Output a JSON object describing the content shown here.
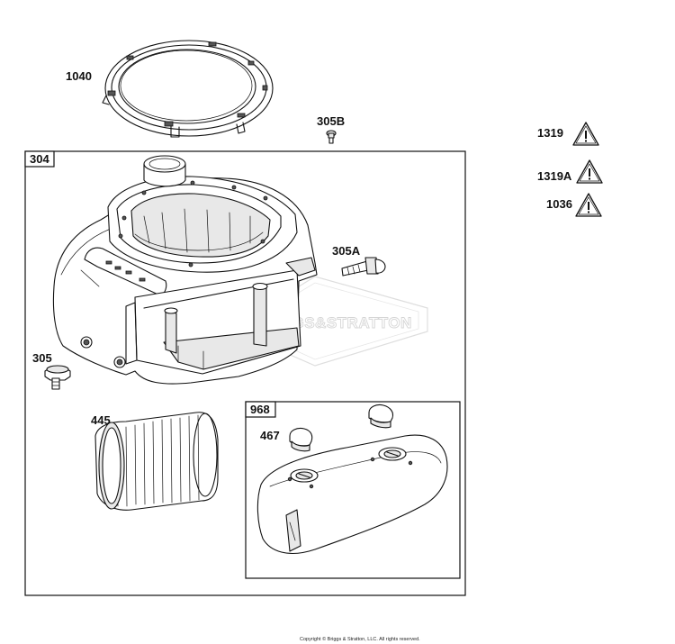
{
  "parts": {
    "p1040": "1040",
    "p305B": "305B",
    "p1319": "1319",
    "p1319A": "1319A",
    "p1036": "1036",
    "p305A": "305A",
    "p305": "305",
    "p445": "445",
    "p467": "467"
  },
  "boxes": {
    "b304": "304",
    "b968": "968"
  },
  "watermark": {
    "logo_text": "BRIGGS&STRATTON"
  },
  "footer": {
    "copyright": "Copyright © Briggs & Stratton, LLC. All rights reserved."
  },
  "icons": {
    "warning": "warning-triangle-icon"
  }
}
